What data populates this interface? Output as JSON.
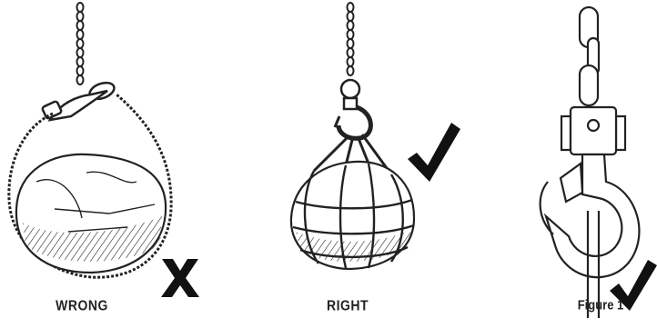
{
  "panels": [
    {
      "caption": "WRONG",
      "mark_icon": "x-mark-icon"
    },
    {
      "caption": "RIGHT",
      "mark_icon": "check-mark-icon"
    },
    {
      "caption": "Figure 1",
      "mark_icon": "check-mark-icon"
    }
  ],
  "colors": {
    "ink": "#222222",
    "background": "#ffffff"
  }
}
